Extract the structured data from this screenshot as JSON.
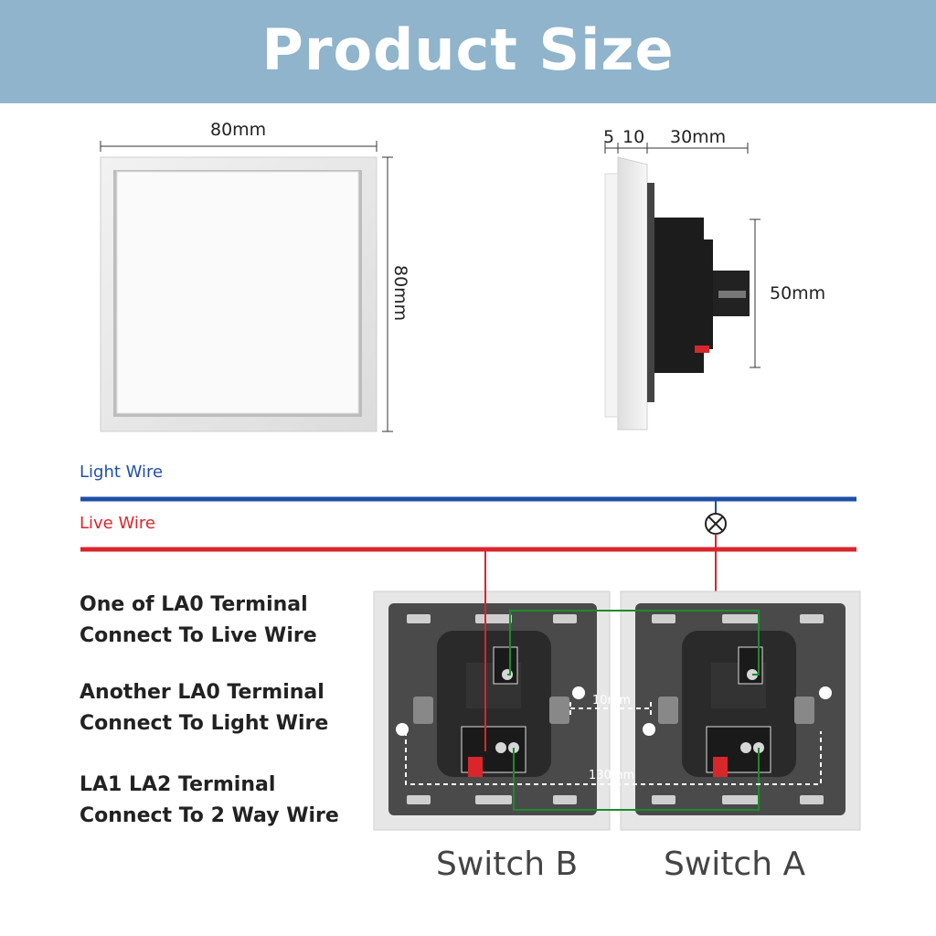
{
  "header": {
    "title": "Product Size"
  },
  "front_view": {
    "width_label": "80mm",
    "height_label": "80mm"
  },
  "side_view": {
    "depth_labels": [
      "5",
      "10",
      "30mm"
    ],
    "height_label": "50mm"
  },
  "wiring": {
    "light_wire_label": "Light Wire",
    "live_wire_label": "Live Wire",
    "light_wire_color": "#1f4fa8",
    "live_wire_color": "#d9262b",
    "two_way_wire_color": "#1e8a2e",
    "spacing_label": "10mm",
    "total_width_label": "130mm"
  },
  "notes": [
    {
      "line1": "One of LA0 Terminal",
      "line2": "Connect To Live Wire"
    },
    {
      "line1": "Another LA0 Terminal",
      "line2": "Connect To Light Wire"
    },
    {
      "line1": "LA1 LA2 Terminal",
      "line2": "Connect To 2 Way Wire"
    }
  ],
  "switches": {
    "left_name": "Switch B",
    "right_name": "Switch A"
  }
}
